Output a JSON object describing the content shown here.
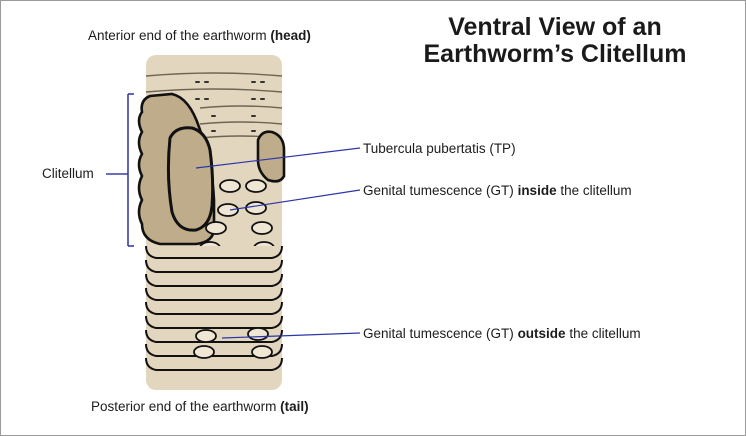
{
  "title": {
    "line1": "Ventral View of an",
    "line2": "Earthworm’s Clitellum"
  },
  "labels": {
    "anterior": {
      "text": "Anterior end of the earthworm ",
      "bold": "(head)",
      "tail": ""
    },
    "posterior": {
      "text": "Posterior end of the earthworm ",
      "bold": "(tail)",
      "tail": ""
    },
    "clitellum": "Clitellum",
    "tp": "Tubercula pubertatis (TP)",
    "gt_inside": {
      "text": "Genital tumescence (GT) ",
      "bold": "inside",
      "tail": " the clitellum"
    },
    "gt_outside": {
      "text": "Genital tumescence (GT) ",
      "bold": "outside",
      "tail": " the clitellum"
    }
  },
  "colors": {
    "body": "#e3d6bf",
    "clitellum": "#bfac8a",
    "outline": "#111111",
    "pointer": "#2b35a8",
    "bracket": "#3a3fa0"
  }
}
